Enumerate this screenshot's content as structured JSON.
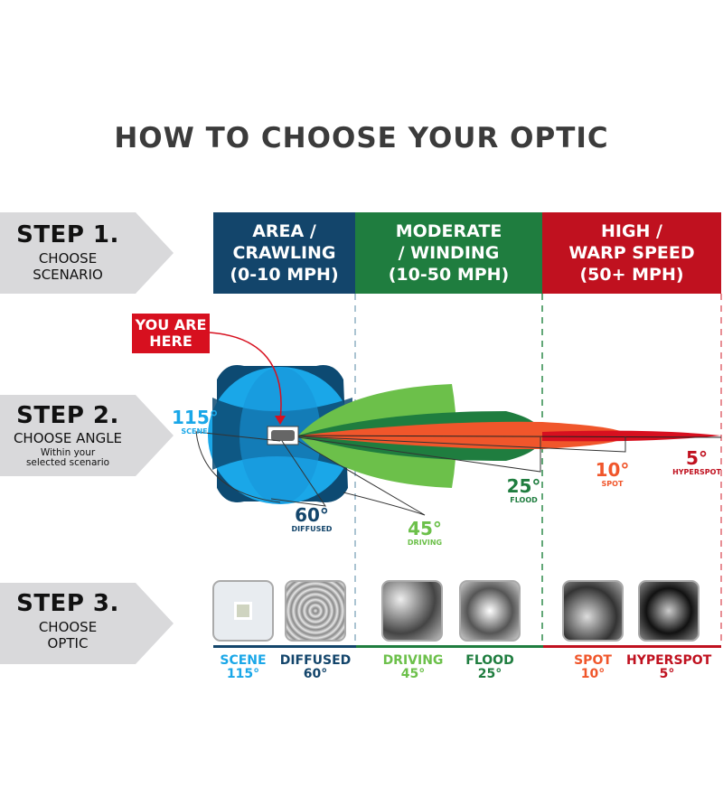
{
  "title": "HOW TO CHOOSE YOUR OPTIC",
  "steps": [
    {
      "label": "STEP 1.",
      "sub": "CHOOSE",
      "sub2": "SCENARIO"
    },
    {
      "label": "STEP 2.",
      "sub": "CHOOSE ANGLE",
      "note1": "Within your",
      "note2": "selected scenario"
    },
    {
      "label": "STEP 3.",
      "sub": "CHOOSE",
      "sub2": "OPTIC"
    }
  ],
  "scenarios": [
    {
      "l1": "AREA /",
      "l2": "CRAWLING",
      "l3": "(0-10 MPH)",
      "color": "#13456b"
    },
    {
      "l1": "MODERATE",
      "l2": "/ WINDING",
      "l3": "(10-50 MPH)",
      "color": "#1f7d3f"
    },
    {
      "l1": "HIGH /",
      "l2": "WARP SPEED",
      "l3": "(50+ MPH)",
      "color": "#c0111f"
    }
  ],
  "marker": {
    "l1": "YOU ARE",
    "l2": "HERE"
  },
  "angles": [
    {
      "deg": "115°",
      "name": "SCENE",
      "color": "#1aa7e8"
    },
    {
      "deg": "60°",
      "name": "DIFFUSED",
      "color": "#13456b"
    },
    {
      "deg": "45°",
      "name": "DRIVING",
      "color": "#6cc04a"
    },
    {
      "deg": "25°",
      "name": "FLOOD",
      "color": "#1f7d3f"
    },
    {
      "deg": "10°",
      "name": "SPOT",
      "color": "#f0562b"
    },
    {
      "deg": "5°",
      "name": "HYPERSPOT",
      "color": "#c0111f"
    }
  ],
  "optics": [
    {
      "name": "SCENE",
      "deg": "115°"
    },
    {
      "name": "DIFFUSED",
      "deg": "60°"
    },
    {
      "name": "DRIVING",
      "deg": "45°"
    },
    {
      "name": "FLOOD",
      "deg": "25°"
    },
    {
      "name": "SPOT",
      "deg": "10°"
    },
    {
      "name": "HYPERSPOT",
      "deg": "5°"
    }
  ]
}
